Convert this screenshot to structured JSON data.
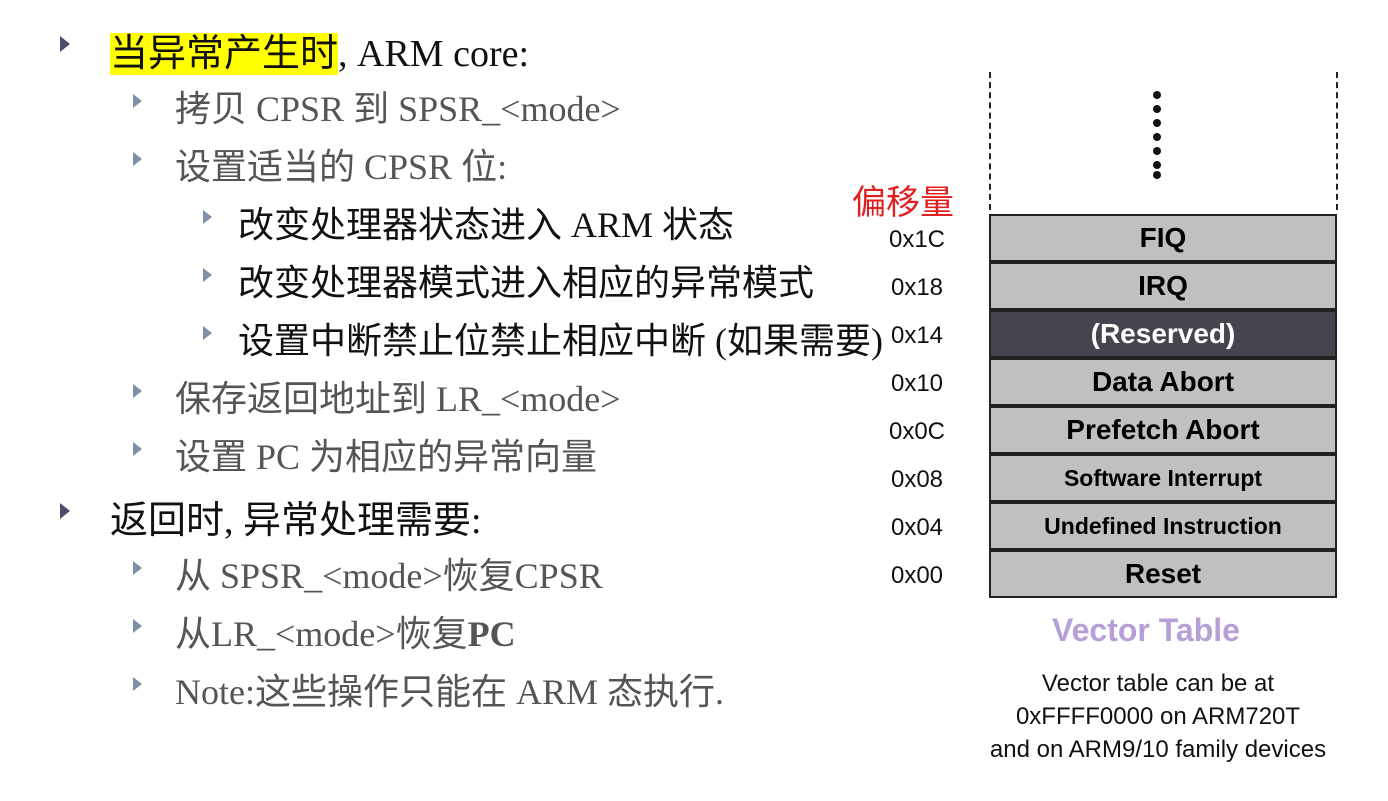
{
  "bullets": {
    "b1_highlight": "当异常产生时",
    "b1_rest": ", ARM core:",
    "b1a": "拷贝 CPSR 到 SPSR_<mode>",
    "b1b": "设置适当的 CPSR 位:",
    "b1b1": "改变处理器状态进入 ARM 状态",
    "b1b2": "改变处理器模式进入相应的异常模式",
    "b1b3": "设置中断禁止位禁止相应中断 (如果需要)",
    "b1c": "保存返回地址到 LR_<mode>",
    "b1d": "设置 PC 为相应的异常向量",
    "b2": "返回时, 异常处理需要:",
    "b2a": "从 SPSR_<mode>恢复CPSR",
    "b2b_pre": "从LR_<mode>恢复",
    "b2b_bold": "PC",
    "b2c": "Note:这些操作只能在 ARM 态执行."
  },
  "offset_title": "偏移量",
  "vector_table": [
    {
      "offset": "0x1C",
      "name": "FIQ",
      "reserved": false
    },
    {
      "offset": "0x18",
      "name": "IRQ",
      "reserved": false
    },
    {
      "offset": "0x14",
      "name": "(Reserved)",
      "reserved": true
    },
    {
      "offset": "0x10",
      "name": "Data Abort",
      "reserved": false
    },
    {
      "offset": "0x0C",
      "name": "Prefetch Abort",
      "reserved": false
    },
    {
      "offset": "0x08",
      "name": "Software Interrupt",
      "reserved": false
    },
    {
      "offset": "0x04",
      "name": "Undefined Instruction",
      "reserved": false
    },
    {
      "offset": "0x00",
      "name": "Reset",
      "reserved": false
    }
  ],
  "vector_table_caption": "Vector Table",
  "note_lines": [
    "Vector table can be at",
    "0xFFFF0000 on ARM720T",
    "and on ARM9/10 family devices"
  ],
  "colors": {
    "highlight": "#ffff00",
    "offset_title": "#e02020",
    "caption": "#b59fd6",
    "reserved_fill": "#45454f",
    "row_fill": "#c0c0c0"
  }
}
